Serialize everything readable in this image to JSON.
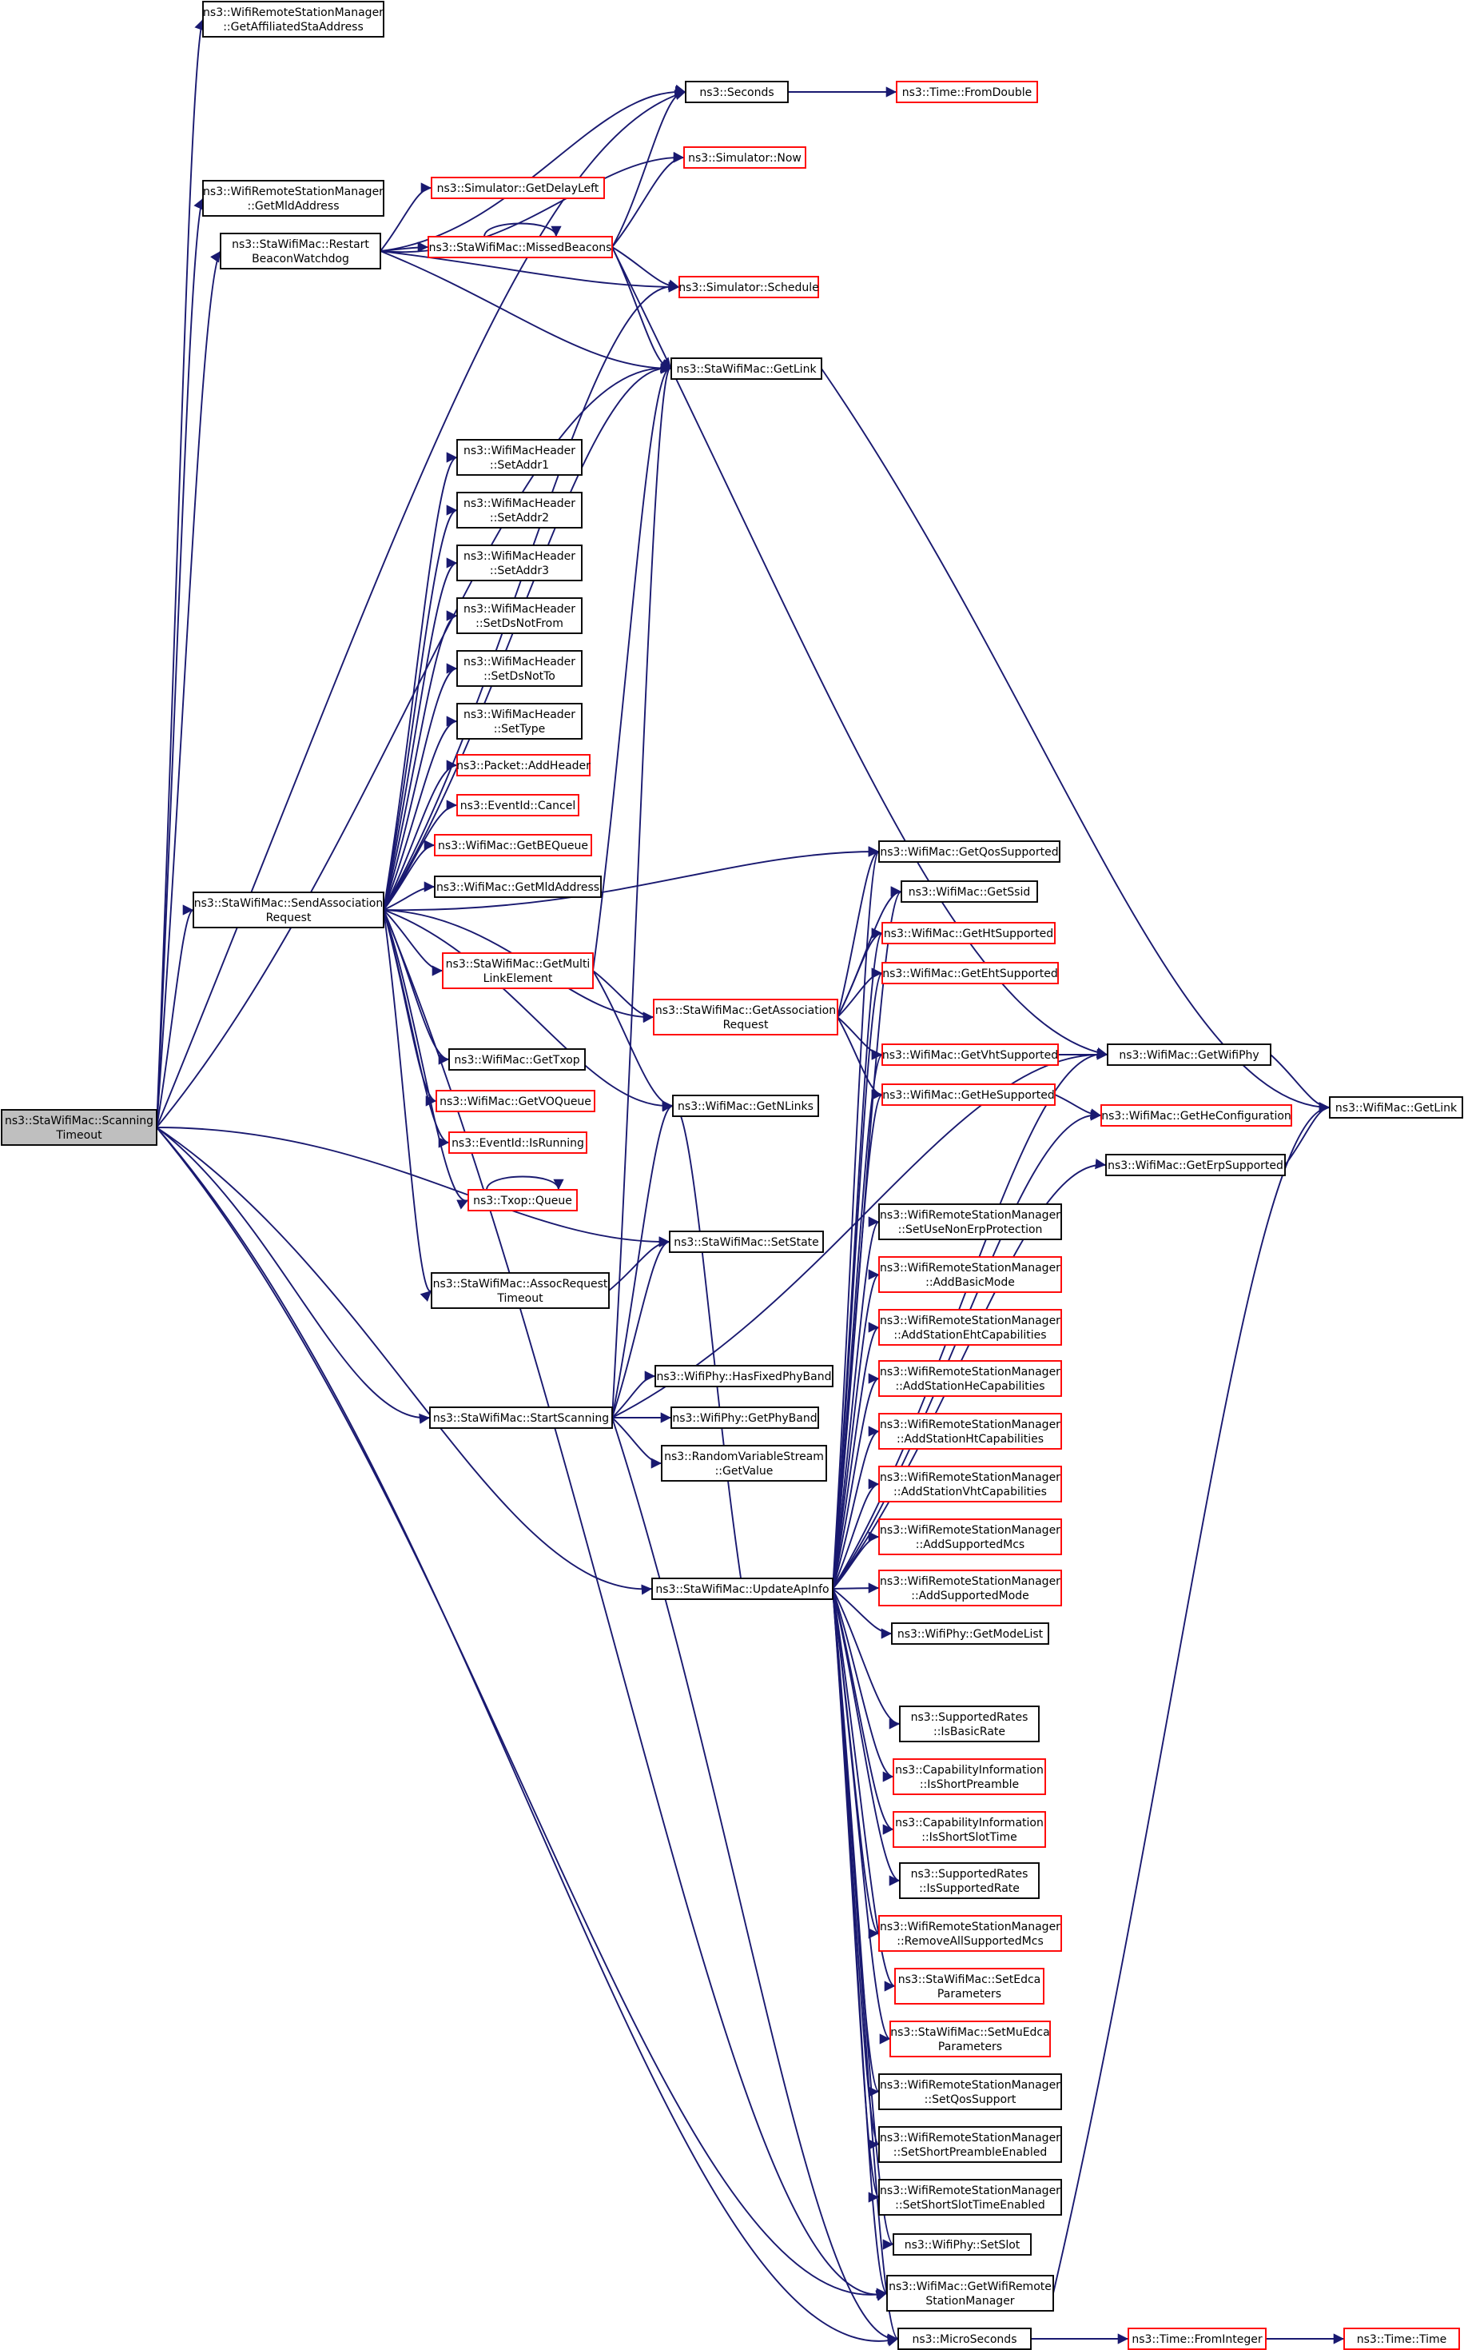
{
  "graph": {
    "colors": {
      "edge": "#191970",
      "node_border_normal": "#000000",
      "node_border_truncated": "#ff0000",
      "root_fill": "#bfbfbf",
      "node_fill": "#ffffff",
      "text": "#000000"
    },
    "nodes": [
      {
        "id": "n0",
        "lines": [
          "ns3::StaWifiMac::Scanning",
          "Timeout"
        ],
        "style": "root"
      },
      {
        "id": "n1",
        "lines": [
          "ns3::WifiRemoteStationManager",
          "::GetAffiliatedStaAddress"
        ],
        "style": "normal"
      },
      {
        "id": "n2",
        "lines": [
          "ns3::Seconds"
        ],
        "style": "normal"
      },
      {
        "id": "n3",
        "lines": [
          "ns3::Time::FromDouble"
        ],
        "style": "truncated"
      },
      {
        "id": "n4",
        "lines": [
          "ns3::Simulator::Now"
        ],
        "style": "truncated"
      },
      {
        "id": "n5",
        "lines": [
          "ns3::WifiRemoteStationManager",
          "::GetMldAddress"
        ],
        "style": "normal"
      },
      {
        "id": "n6",
        "lines": [
          "ns3::Simulator::GetDelayLeft"
        ],
        "style": "truncated"
      },
      {
        "id": "n7",
        "lines": [
          "ns3::StaWifiMac::Restart",
          "BeaconWatchdog"
        ],
        "style": "normal"
      },
      {
        "id": "n8",
        "lines": [
          "ns3::StaWifiMac::MissedBeacons"
        ],
        "style": "truncated"
      },
      {
        "id": "n9",
        "lines": [
          "ns3::Simulator::Schedule"
        ],
        "style": "truncated"
      },
      {
        "id": "n10",
        "lines": [
          "ns3::StaWifiMac::GetLink"
        ],
        "style": "normal"
      },
      {
        "id": "n11",
        "lines": [
          "ns3::WifiMacHeader",
          "::SetAddr1"
        ],
        "style": "normal"
      },
      {
        "id": "n12",
        "lines": [
          "ns3::WifiMacHeader",
          "::SetAddr2"
        ],
        "style": "normal"
      },
      {
        "id": "n13",
        "lines": [
          "ns3::WifiMacHeader",
          "::SetAddr3"
        ],
        "style": "normal"
      },
      {
        "id": "n14",
        "lines": [
          "ns3::WifiMacHeader",
          "::SetDsNotFrom"
        ],
        "style": "normal"
      },
      {
        "id": "n15",
        "lines": [
          "ns3::WifiMacHeader",
          "::SetDsNotTo"
        ],
        "style": "normal"
      },
      {
        "id": "n16",
        "lines": [
          "ns3::WifiMacHeader",
          "::SetType"
        ],
        "style": "normal"
      },
      {
        "id": "n17",
        "lines": [
          "ns3::Packet::AddHeader"
        ],
        "style": "truncated"
      },
      {
        "id": "n18",
        "lines": [
          "ns3::EventId::Cancel"
        ],
        "style": "truncated"
      },
      {
        "id": "n19",
        "lines": [
          "ns3::WifiMac::GetBEQueue"
        ],
        "style": "truncated"
      },
      {
        "id": "n20",
        "lines": [
          "ns3::WifiMac::GetMldAddress"
        ],
        "style": "normal"
      },
      {
        "id": "n21",
        "lines": [
          "ns3::StaWifiMac::SendAssociation",
          "Request"
        ],
        "style": "normal"
      },
      {
        "id": "n22",
        "lines": [
          "ns3::StaWifiMac::GetMulti",
          "LinkElement"
        ],
        "style": "truncated"
      },
      {
        "id": "n23",
        "lines": [
          "ns3::WifiMac::GetTxop"
        ],
        "style": "normal"
      },
      {
        "id": "n24",
        "lines": [
          "ns3::WifiMac::GetVOQueue"
        ],
        "style": "truncated"
      },
      {
        "id": "n25",
        "lines": [
          "ns3::EventId::IsRunning"
        ],
        "style": "truncated"
      },
      {
        "id": "n26",
        "lines": [
          "ns3::Txop::Queue"
        ],
        "style": "truncated"
      },
      {
        "id": "n27",
        "lines": [
          "ns3::StaWifiMac::AssocRequest",
          "Timeout"
        ],
        "style": "normal"
      },
      {
        "id": "n28",
        "lines": [
          "ns3::StaWifiMac::GetAssociation",
          "Request"
        ],
        "style": "truncated"
      },
      {
        "id": "n29",
        "lines": [
          "ns3::WifiMac::GetNLinks"
        ],
        "style": "normal"
      },
      {
        "id": "n30",
        "lines": [
          "ns3::WifiMac::GetQosSupported"
        ],
        "style": "normal"
      },
      {
        "id": "n31",
        "lines": [
          "ns3::WifiMac::GetSsid"
        ],
        "style": "normal"
      },
      {
        "id": "n32",
        "lines": [
          "ns3::WifiMac::GetHtSupported"
        ],
        "style": "truncated"
      },
      {
        "id": "n33",
        "lines": [
          "ns3::WifiMac::GetEhtSupported"
        ],
        "style": "truncated"
      },
      {
        "id": "n34",
        "lines": [
          "ns3::WifiMac::GetVhtSupported"
        ],
        "style": "truncated"
      },
      {
        "id": "n35",
        "lines": [
          "ns3::WifiMac::GetHeSupported"
        ],
        "style": "truncated"
      },
      {
        "id": "n36",
        "lines": [
          "ns3::WifiMac::GetWifiPhy"
        ],
        "style": "normal"
      },
      {
        "id": "n37",
        "lines": [
          "ns3::WifiMac::GetHeConfiguration"
        ],
        "style": "truncated"
      },
      {
        "id": "n38",
        "lines": [
          "ns3::WifiMac::GetLink"
        ],
        "style": "normal"
      },
      {
        "id": "n39",
        "lines": [
          "ns3::WifiMac::GetErpSupported"
        ],
        "style": "normal"
      },
      {
        "id": "n40",
        "lines": [
          "ns3::StaWifiMac::SetState"
        ],
        "style": "normal"
      },
      {
        "id": "n41",
        "lines": [
          "ns3::WifiRemoteStationManager",
          "::SetUseNonErpProtection"
        ],
        "style": "normal"
      },
      {
        "id": "n42",
        "lines": [
          "ns3::WifiRemoteStationManager",
          "::AddBasicMode"
        ],
        "style": "truncated"
      },
      {
        "id": "n43",
        "lines": [
          "ns3::WifiRemoteStationManager",
          "::AddStationEhtCapabilities"
        ],
        "style": "truncated"
      },
      {
        "id": "n44",
        "lines": [
          "ns3::WifiRemoteStationManager",
          "::AddStationHeCapabilities"
        ],
        "style": "truncated"
      },
      {
        "id": "n45",
        "lines": [
          "ns3::WifiRemoteStationManager",
          "::AddStationHtCapabilities"
        ],
        "style": "truncated"
      },
      {
        "id": "n46",
        "lines": [
          "ns3::WifiRemoteStationManager",
          "::AddStationVhtCapabilities"
        ],
        "style": "truncated"
      },
      {
        "id": "n47",
        "lines": [
          "ns3::WifiRemoteStationManager",
          "::AddSupportedMcs"
        ],
        "style": "truncated"
      },
      {
        "id": "n48",
        "lines": [
          "ns3::WifiRemoteStationManager",
          "::AddSupportedMode"
        ],
        "style": "truncated"
      },
      {
        "id": "n49",
        "lines": [
          "ns3::StaWifiMac::StartScanning"
        ],
        "style": "normal"
      },
      {
        "id": "n50",
        "lines": [
          "ns3::WifiPhy::HasFixedPhyBand"
        ],
        "style": "normal"
      },
      {
        "id": "n51",
        "lines": [
          "ns3::WifiPhy::GetPhyBand"
        ],
        "style": "normal"
      },
      {
        "id": "n52",
        "lines": [
          "ns3::RandomVariableStream",
          "::GetValue"
        ],
        "style": "normal"
      },
      {
        "id": "n53",
        "lines": [
          "ns3::StaWifiMac::UpdateApInfo"
        ],
        "style": "normal"
      },
      {
        "id": "n54",
        "lines": [
          "ns3::WifiPhy::GetModeList"
        ],
        "style": "normal"
      },
      {
        "id": "n55",
        "lines": [
          "ns3::SupportedRates",
          "::IsBasicRate"
        ],
        "style": "normal"
      },
      {
        "id": "n56",
        "lines": [
          "ns3::CapabilityInformation",
          "::IsShortPreamble"
        ],
        "style": "truncated"
      },
      {
        "id": "n57",
        "lines": [
          "ns3::CapabilityInformation",
          "::IsShortSlotTime"
        ],
        "style": "truncated"
      },
      {
        "id": "n58",
        "lines": [
          "ns3::SupportedRates",
          "::IsSupportedRate"
        ],
        "style": "normal"
      },
      {
        "id": "n59",
        "lines": [
          "ns3::WifiRemoteStationManager",
          "::RemoveAllSupportedMcs"
        ],
        "style": "truncated"
      },
      {
        "id": "n60",
        "lines": [
          "ns3::StaWifiMac::SetEdca",
          "Parameters"
        ],
        "style": "truncated"
      },
      {
        "id": "n61",
        "lines": [
          "ns3::StaWifiMac::SetMuEdca",
          "Parameters"
        ],
        "style": "truncated"
      },
      {
        "id": "n62",
        "lines": [
          "ns3::WifiRemoteStationManager",
          "::SetQosSupport"
        ],
        "style": "normal"
      },
      {
        "id": "n63",
        "lines": [
          "ns3::WifiRemoteStationManager",
          "::SetShortPreambleEnabled"
        ],
        "style": "normal"
      },
      {
        "id": "n64",
        "lines": [
          "ns3::WifiRemoteStationManager",
          "::SetShortSlotTimeEnabled"
        ],
        "style": "normal"
      },
      {
        "id": "n65",
        "lines": [
          "ns3::WifiPhy::SetSlot"
        ],
        "style": "normal"
      },
      {
        "id": "n66",
        "lines": [
          "ns3::WifiMac::GetWifiRemote",
          "StationManager"
        ],
        "style": "normal"
      },
      {
        "id": "n67",
        "lines": [
          "ns3::MicroSeconds"
        ],
        "style": "normal"
      },
      {
        "id": "n68",
        "lines": [
          "ns3::Time::FromInteger"
        ],
        "style": "truncated"
      },
      {
        "id": "n69",
        "lines": [
          "ns3::Time::Time"
        ],
        "style": "truncated"
      }
    ],
    "edges": [
      [
        "n0",
        "n1"
      ],
      [
        "n0",
        "n2"
      ],
      [
        "n0",
        "n5"
      ],
      [
        "n0",
        "n7"
      ],
      [
        "n0",
        "n10"
      ],
      [
        "n0",
        "n21"
      ],
      [
        "n0",
        "n40"
      ],
      [
        "n0",
        "n49"
      ],
      [
        "n0",
        "n53"
      ],
      [
        "n0",
        "n66"
      ],
      [
        "n0",
        "n67"
      ],
      [
        "n2",
        "n3"
      ],
      [
        "n7",
        "n2"
      ],
      [
        "n7",
        "n4"
      ],
      [
        "n7",
        "n6"
      ],
      [
        "n7",
        "n8"
      ],
      [
        "n7",
        "n9"
      ],
      [
        "n7",
        "n10"
      ],
      [
        "n8",
        "n8"
      ],
      [
        "n8",
        "n2"
      ],
      [
        "n8",
        "n4"
      ],
      [
        "n8",
        "n9"
      ],
      [
        "n8",
        "n10"
      ],
      [
        "n8",
        "n36"
      ],
      [
        "n10",
        "n38"
      ],
      [
        "n21",
        "n9"
      ],
      [
        "n21",
        "n10"
      ],
      [
        "n21",
        "n11"
      ],
      [
        "n21",
        "n12"
      ],
      [
        "n21",
        "n13"
      ],
      [
        "n21",
        "n14"
      ],
      [
        "n21",
        "n15"
      ],
      [
        "n21",
        "n16"
      ],
      [
        "n21",
        "n17"
      ],
      [
        "n21",
        "n18"
      ],
      [
        "n21",
        "n19"
      ],
      [
        "n21",
        "n20"
      ],
      [
        "n21",
        "n22"
      ],
      [
        "n21",
        "n23"
      ],
      [
        "n21",
        "n24"
      ],
      [
        "n21",
        "n25"
      ],
      [
        "n21",
        "n26"
      ],
      [
        "n21",
        "n27"
      ],
      [
        "n21",
        "n28"
      ],
      [
        "n21",
        "n29"
      ],
      [
        "n21",
        "n30"
      ],
      [
        "n21",
        "n66"
      ],
      [
        "n22",
        "n10"
      ],
      [
        "n22",
        "n28"
      ],
      [
        "n22",
        "n29"
      ],
      [
        "n26",
        "n26"
      ],
      [
        "n27",
        "n40"
      ],
      [
        "n28",
        "n30"
      ],
      [
        "n28",
        "n31"
      ],
      [
        "n28",
        "n32"
      ],
      [
        "n28",
        "n33"
      ],
      [
        "n28",
        "n34"
      ],
      [
        "n28",
        "n35"
      ],
      [
        "n34",
        "n36"
      ],
      [
        "n35",
        "n37"
      ],
      [
        "n36",
        "n38"
      ],
      [
        "n39",
        "n38"
      ],
      [
        "n49",
        "n29"
      ],
      [
        "n49",
        "n40"
      ],
      [
        "n49",
        "n50"
      ],
      [
        "n49",
        "n51"
      ],
      [
        "n49",
        "n52"
      ],
      [
        "n49",
        "n67"
      ],
      [
        "n49",
        "n10"
      ],
      [
        "n49",
        "n36"
      ],
      [
        "n53",
        "n30"
      ],
      [
        "n53",
        "n31"
      ],
      [
        "n53",
        "n32"
      ],
      [
        "n53",
        "n33"
      ],
      [
        "n53",
        "n34"
      ],
      [
        "n53",
        "n35"
      ],
      [
        "n53",
        "n36"
      ],
      [
        "n53",
        "n37"
      ],
      [
        "n53",
        "n39"
      ],
      [
        "n53",
        "n41"
      ],
      [
        "n53",
        "n42"
      ],
      [
        "n53",
        "n43"
      ],
      [
        "n53",
        "n44"
      ],
      [
        "n53",
        "n45"
      ],
      [
        "n53",
        "n46"
      ],
      [
        "n53",
        "n47"
      ],
      [
        "n53",
        "n48"
      ],
      [
        "n53",
        "n54"
      ],
      [
        "n53",
        "n55"
      ],
      [
        "n53",
        "n56"
      ],
      [
        "n53",
        "n57"
      ],
      [
        "n53",
        "n58"
      ],
      [
        "n53",
        "n59"
      ],
      [
        "n53",
        "n60"
      ],
      [
        "n53",
        "n61"
      ],
      [
        "n53",
        "n62"
      ],
      [
        "n53",
        "n63"
      ],
      [
        "n53",
        "n64"
      ],
      [
        "n53",
        "n65"
      ],
      [
        "n53",
        "n66"
      ],
      [
        "n53",
        "n67"
      ],
      [
        "n53",
        "n29"
      ],
      [
        "n66",
        "n38"
      ],
      [
        "n67",
        "n68"
      ],
      [
        "n68",
        "n69"
      ]
    ]
  }
}
